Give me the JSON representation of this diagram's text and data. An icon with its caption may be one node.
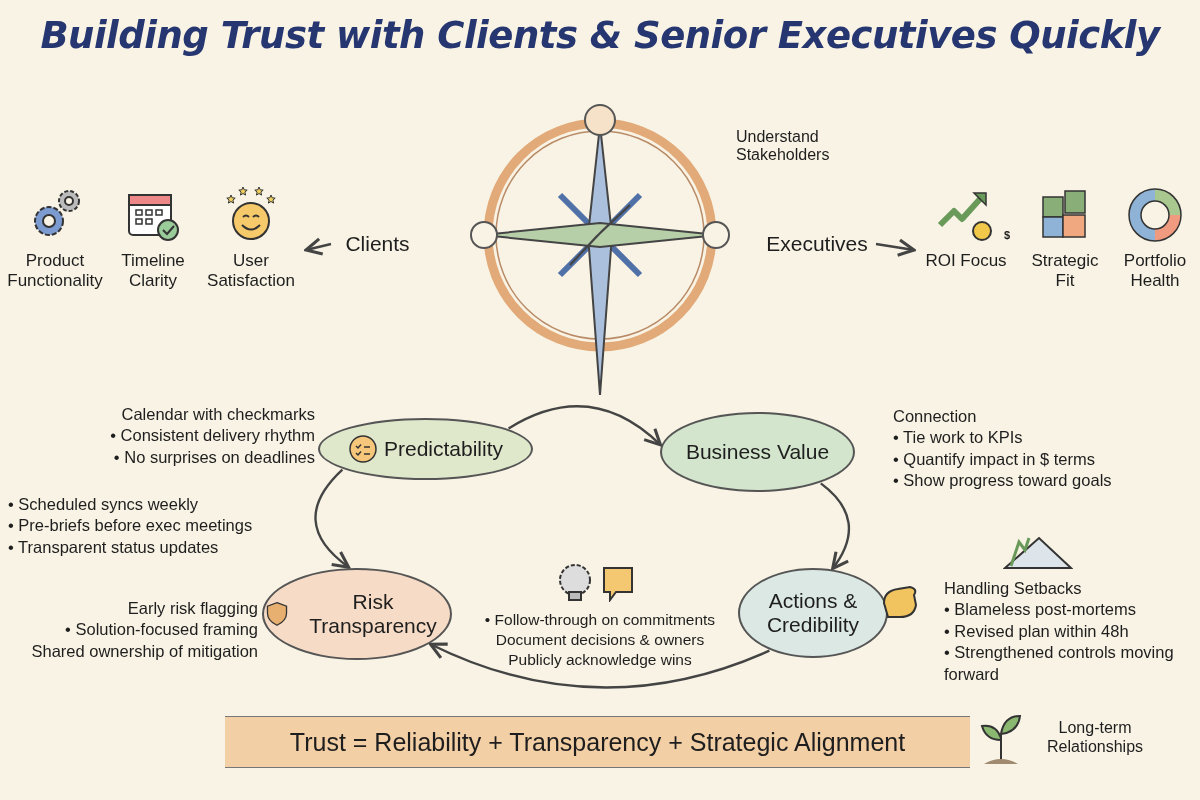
{
  "diagram": {
    "title": "Building Trust with Clients & Senior Executives Quickly",
    "nodes": [
      {
        "text": [],
        "shape": "picture",
        "beside": [
          "Understand Stakeholders"
        ]
      },
      {
        "text": [
          "Clients"
        ]
      },
      {
        "text": [
          "Executives"
        ]
      },
      {
        "text": [
          "User Satisfaction"
        ]
      },
      {
        "text": [
          "Timeline Clarity"
        ]
      },
      {
        "text": [
          "Product Functionality"
        ]
      },
      {
        "text": [
          "ROI Focus"
        ]
      },
      {
        "text": [
          "Strategic Fit"
        ]
      },
      {
        "text": [
          "Portfolio Health"
        ]
      },
      {
        "text": [
          "Predictability"
        ]
      },
      {
        "text": [
          "Business Value"
        ]
      },
      {
        "text": [
          "Actions & Credibility"
        ]
      },
      {
        "text": [
          "Risk Transparency"
        ]
      }
    ],
    "edges": [
      {
        "from": 1,
        "to": 3,
        "arrow": "to"
      },
      {
        "from": 2,
        "to": 6,
        "arrow": "to"
      },
      {
        "from": 9,
        "to": 10,
        "arrow": "to"
      },
      {
        "from": 10,
        "to": 11,
        "arrow": "to"
      },
      {
        "from": 11,
        "to": 12,
        "arrow": "to"
      },
      {
        "from": 9,
        "to": 12,
        "arrow": "to"
      }
    ],
    "labels": [
      "Calendar with checkmarks",
      "• Consistent delivery rhythm",
      "• No surprises on deadlines",
      "• Scheduled syncs weekly",
      "• Pre-briefs before exec meetings",
      "• Transparent status updates",
      "Early risk flagging",
      "• Solution-focused framing",
      "Shared ownership of mitigation",
      "Connection",
      "• Tie work to KPIs",
      "• Quantify impact in $ terms",
      "• Show progress toward goals",
      "• Follow-through on commitments",
      "Document decisions & owners",
      "Publicly acknowledge wins",
      "Handling Setbacks",
      "• Blameless post-mortems",
      "• Revised plan within 48h",
      "• Strengthened controls moving forward",
      "Trust = Reliability + Transparency + Strategic Alignment",
      "Long-term Relationships",
      "$"
    ]
  }
}
